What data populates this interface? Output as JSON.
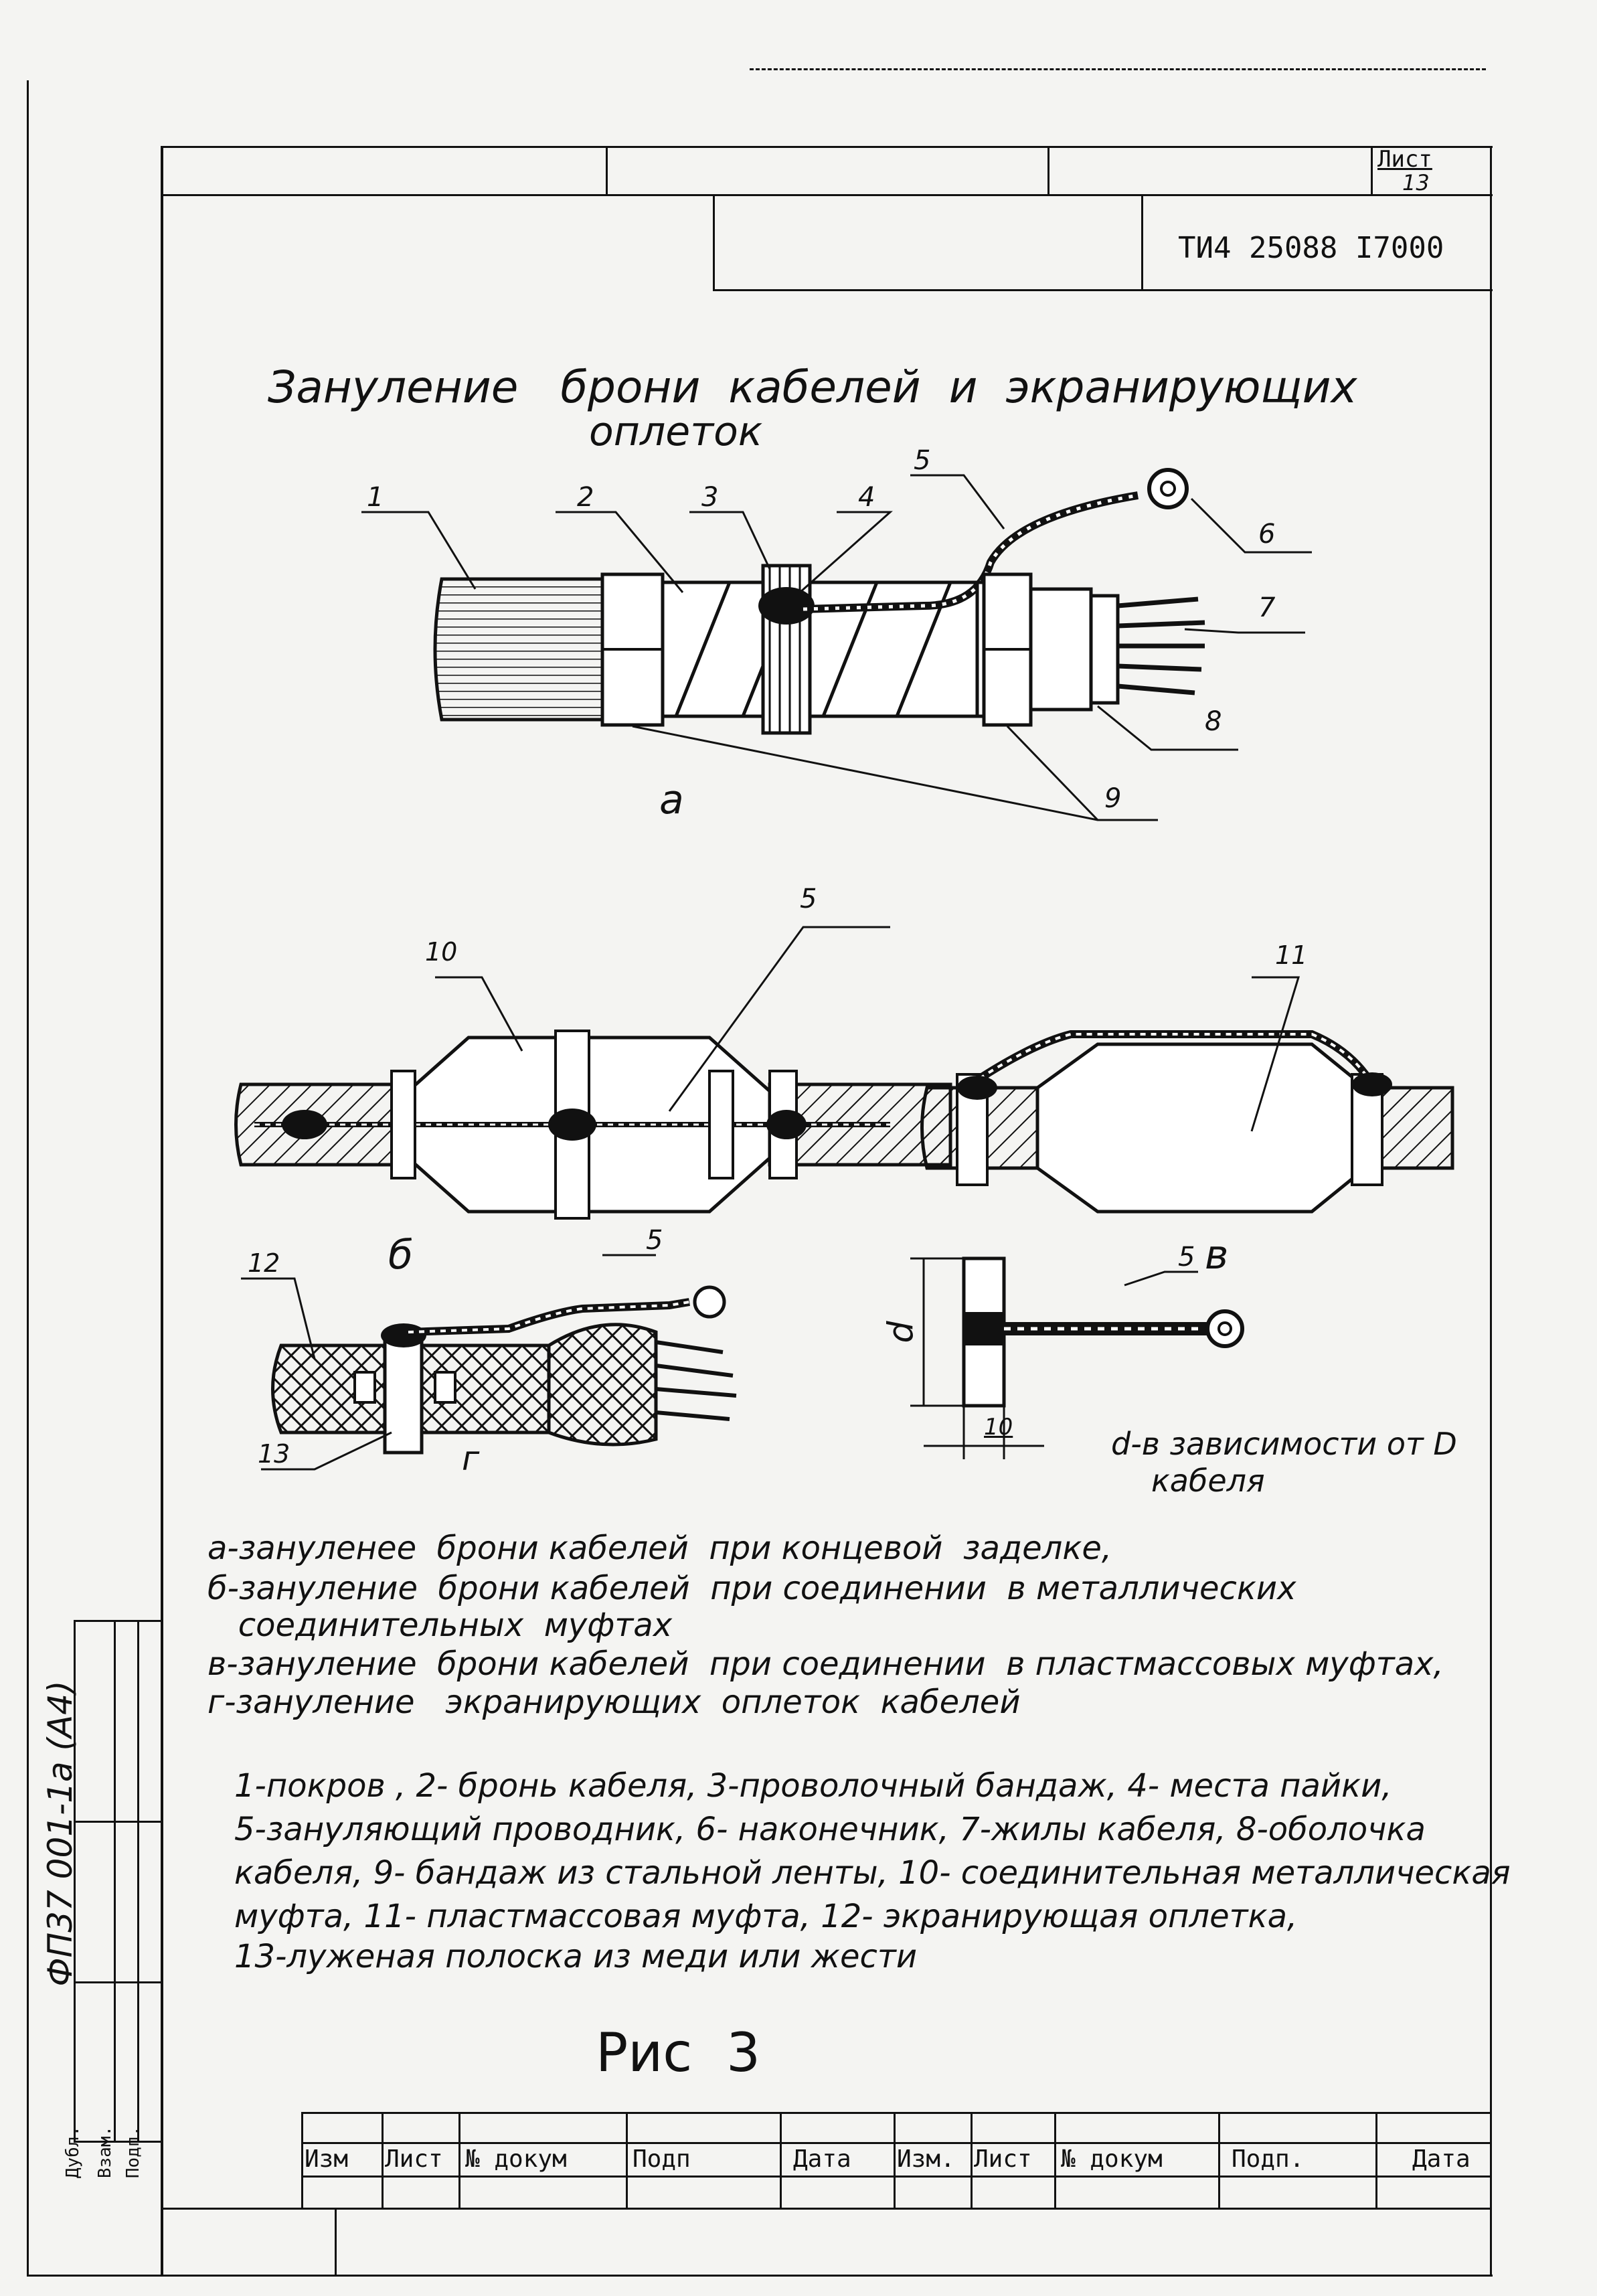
{
  "header": {
    "sheet_label": "Лист",
    "sheet_number": "13",
    "doc_code": "ТИ4 25088 I7000"
  },
  "title": {
    "line1": "Зануление   брони  кабелей  и  экранирующих",
    "line2": "оплеток"
  },
  "figures": {
    "fig_a": {
      "caption": "а",
      "callouts": [
        "1",
        "2",
        "3",
        "4",
        "5",
        "6",
        "7",
        "8",
        "9"
      ]
    },
    "fig_b": {
      "caption": "б",
      "callouts": [
        "10",
        "5"
      ]
    },
    "fig_v": {
      "caption": "в",
      "callouts": [
        "11"
      ]
    },
    "fig_g": {
      "caption": "г",
      "callouts": [
        "12",
        "5",
        "13"
      ]
    },
    "fig_d": {
      "callouts": [
        "5"
      ],
      "dim_height": "d",
      "dim_width": "10",
      "note_line1": "d-в зависимости от D",
      "note_line2": "кабеля"
    }
  },
  "captions": [
    "а-зануленее  брони кабелей  при концевой  заделке,",
    "б-зануление  брони кабелей  при соединении  в металлических",
    "   соединительных  муфтах",
    "в-зануление  брони кабелей  при соединении  в пластмассовых муфтах,",
    "г-зануление   экранирующих  оплеток  кабелей"
  ],
  "legend": [
    "1-покров , 2- бронь кабеля, 3-проволочный бандаж, 4- места пайки,",
    "5-зануляющий проводник, 6- наконечник, 7-жилы кабеля, 8-оболочка",
    "кабеля, 9- бандаж из стальной ленты, 10- соединительная металлическая",
    "муфта, 11- пластмассовая муфта, 12- экранирующая оплетка,",
    "13-луженая полоска из меди или жести"
  ],
  "figure_label": "Рис  3",
  "side_stamp": "ФП37 001-1а (А4)",
  "side_labels": [
    "Дубл.",
    "Взам.",
    "Подп."
  ],
  "title_block": {
    "columns": [
      "Изм",
      "Лист",
      "№ докум",
      "Подп",
      "Дата",
      "Изм.",
      "Лист",
      "№ докум",
      "Подп.",
      "Дата"
    ]
  }
}
